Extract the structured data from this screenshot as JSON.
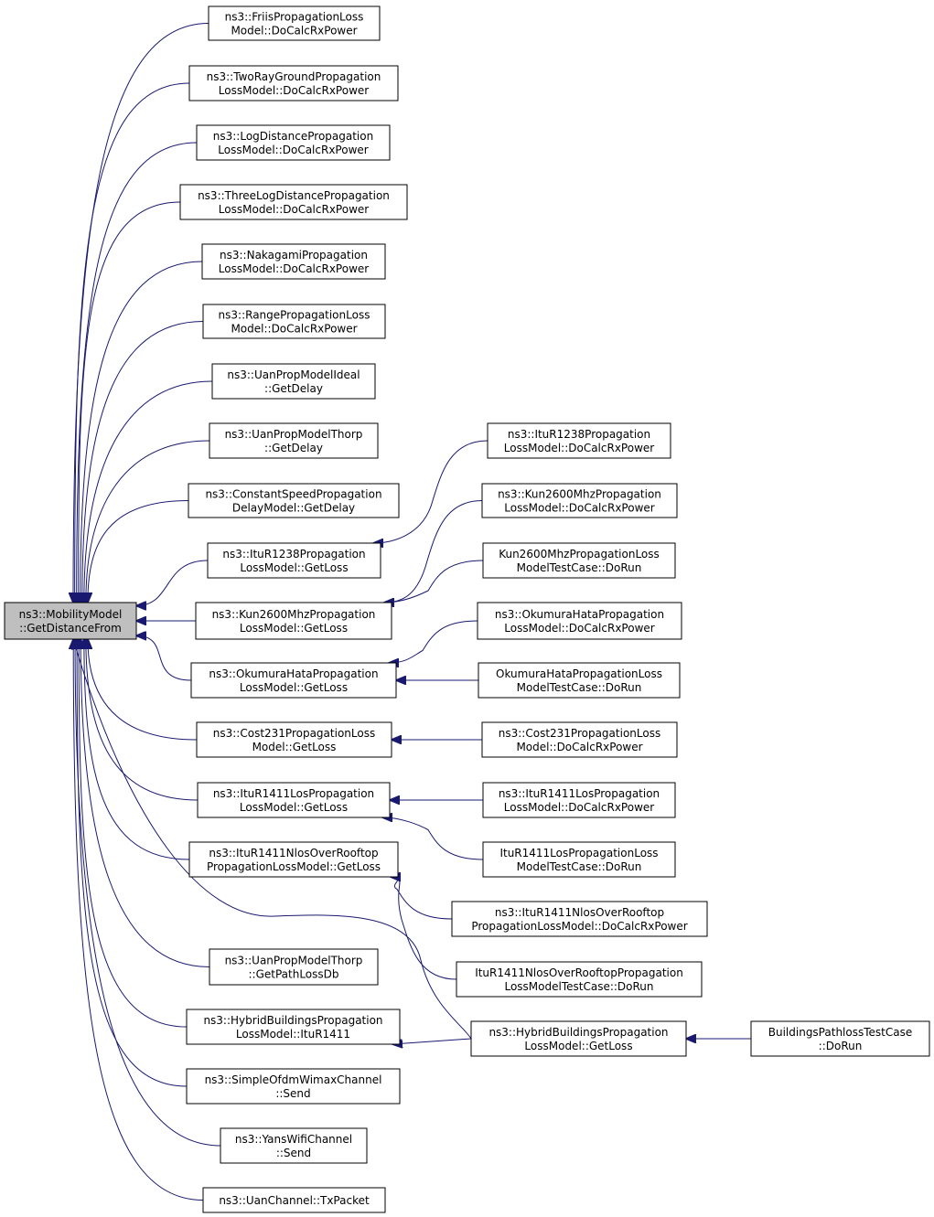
{
  "diagram": {
    "root": {
      "id": "root",
      "lines": [
        "ns3::MobilityModel",
        "::GetDistanceFrom"
      ]
    },
    "nodes": [
      {
        "id": "friis",
        "lines": [
          "ns3::FriisPropagationLoss",
          "Model::DoCalcRxPower"
        ]
      },
      {
        "id": "tworay",
        "lines": [
          "ns3::TwoRayGroundPropagation",
          "LossModel::DoCalcRxPower"
        ]
      },
      {
        "id": "logdist",
        "lines": [
          "ns3::LogDistancePropagation",
          "LossModel::DoCalcRxPower"
        ]
      },
      {
        "id": "threelog",
        "lines": [
          "ns3::ThreeLogDistancePropagation",
          "LossModel::DoCalcRxPower"
        ]
      },
      {
        "id": "nakagami",
        "lines": [
          "ns3::NakagamiPropagation",
          "LossModel::DoCalcRxPower"
        ]
      },
      {
        "id": "range",
        "lines": [
          "ns3::RangePropagationLoss",
          "Model::DoCalcRxPower"
        ]
      },
      {
        "id": "uanideal",
        "lines": [
          "ns3::UanPropModelIdeal",
          "::GetDelay"
        ]
      },
      {
        "id": "uanthorp",
        "lines": [
          "ns3::UanPropModelThorp",
          "::GetDelay"
        ]
      },
      {
        "id": "constspeed",
        "lines": [
          "ns3::ConstantSpeedPropagation",
          "DelayModel::GetDelay"
        ]
      },
      {
        "id": "itur1238",
        "lines": [
          "ns3::ItuR1238Propagation",
          "LossModel::GetLoss"
        ]
      },
      {
        "id": "kun2600",
        "lines": [
          "ns3::Kun2600MhzPropagation",
          "LossModel::GetLoss"
        ]
      },
      {
        "id": "okumura",
        "lines": [
          "ns3::OkumuraHataPropagation",
          "LossModel::GetLoss"
        ]
      },
      {
        "id": "cost231",
        "lines": [
          "ns3::Cost231PropagationLoss",
          "Model::GetLoss"
        ]
      },
      {
        "id": "itur1411los",
        "lines": [
          "ns3::ItuR1411LosPropagation",
          "LossModel::GetLoss"
        ]
      },
      {
        "id": "itur1411nlos",
        "lines": [
          "ns3::ItuR1411NlosOverRooftop",
          "PropagationLossModel::GetLoss"
        ]
      },
      {
        "id": "uanthorppl",
        "lines": [
          "ns3::UanPropModelThorp",
          "::GetPathLossDb"
        ]
      },
      {
        "id": "hybriditu",
        "lines": [
          "ns3::HybridBuildingsPropagation",
          "LossModel::ItuR1411"
        ]
      },
      {
        "id": "simpleofdm",
        "lines": [
          "ns3::SimpleOfdmWimaxChannel",
          "::Send"
        ]
      },
      {
        "id": "yanswifi",
        "lines": [
          "ns3::YansWifiChannel",
          "::Send"
        ]
      },
      {
        "id": "uanchannel",
        "lines": [
          "ns3::UanChannel::TxPacket"
        ]
      },
      {
        "id": "itur1238dcr",
        "lines": [
          "ns3::ItuR1238Propagation",
          "LossModel::DoCalcRxPower"
        ]
      },
      {
        "id": "kun2600dcr",
        "lines": [
          "ns3::Kun2600MhzPropagation",
          "LossModel::DoCalcRxPower"
        ]
      },
      {
        "id": "kun2600test",
        "lines": [
          "Kun2600MhzPropagationLoss",
          "ModelTestCase::DoRun"
        ]
      },
      {
        "id": "okumuradcr",
        "lines": [
          "ns3::OkumuraHataPropagation",
          "LossModel::DoCalcRxPower"
        ]
      },
      {
        "id": "okumuratest",
        "lines": [
          "OkumuraHataPropagationLoss",
          "ModelTestCase::DoRun"
        ]
      },
      {
        "id": "cost231dcr",
        "lines": [
          "ns3::Cost231PropagationLoss",
          "Model::DoCalcRxPower"
        ]
      },
      {
        "id": "itur1411losdcr",
        "lines": [
          "ns3::ItuR1411LosPropagation",
          "LossModel::DoCalcRxPower"
        ]
      },
      {
        "id": "itur1411lostest",
        "lines": [
          "ItuR1411LosPropagationLoss",
          "ModelTestCase::DoRun"
        ]
      },
      {
        "id": "itur1411nlosdcr",
        "lines": [
          "ns3::ItuR1411NlosOverRooftop",
          "PropagationLossModel::DoCalcRxPower"
        ]
      },
      {
        "id": "itur1411nlostest",
        "lines": [
          "ItuR1411NlosOverRooftopPropagation",
          "LossModelTestCase::DoRun"
        ]
      },
      {
        "id": "hybridgetloss",
        "lines": [
          "ns3::HybridBuildingsPropagation",
          "LossModel::GetLoss"
        ]
      },
      {
        "id": "buildingstest",
        "lines": [
          "BuildingsPathlossTestCase",
          "::DoRun"
        ]
      }
    ],
    "edges": [
      {
        "from": "friis",
        "to": "root"
      },
      {
        "from": "tworay",
        "to": "root"
      },
      {
        "from": "logdist",
        "to": "root"
      },
      {
        "from": "threelog",
        "to": "root"
      },
      {
        "from": "nakagami",
        "to": "root"
      },
      {
        "from": "range",
        "to": "root"
      },
      {
        "from": "uanideal",
        "to": "root"
      },
      {
        "from": "uanthorp",
        "to": "root"
      },
      {
        "from": "constspeed",
        "to": "root"
      },
      {
        "from": "itur1238",
        "to": "root"
      },
      {
        "from": "kun2600",
        "to": "root"
      },
      {
        "from": "okumura",
        "to": "root"
      },
      {
        "from": "cost231",
        "to": "root"
      },
      {
        "from": "itur1411los",
        "to": "root"
      },
      {
        "from": "itur1411nlos",
        "to": "root"
      },
      {
        "from": "uanthorppl",
        "to": "root"
      },
      {
        "from": "hybriditu",
        "to": "root"
      },
      {
        "from": "simpleofdm",
        "to": "root"
      },
      {
        "from": "yanswifi",
        "to": "root"
      },
      {
        "from": "uanchannel",
        "to": "root"
      },
      {
        "from": "hybridgetloss",
        "to": "root"
      },
      {
        "from": "itur1238dcr",
        "to": "itur1238"
      },
      {
        "from": "kun2600dcr",
        "to": "kun2600"
      },
      {
        "from": "kun2600test",
        "to": "kun2600"
      },
      {
        "from": "okumuradcr",
        "to": "okumura"
      },
      {
        "from": "okumuratest",
        "to": "okumura"
      },
      {
        "from": "cost231dcr",
        "to": "cost231"
      },
      {
        "from": "itur1411losdcr",
        "to": "itur1411los"
      },
      {
        "from": "itur1411lostest",
        "to": "itur1411los"
      },
      {
        "from": "itur1411nlosdcr",
        "to": "itur1411nlos"
      },
      {
        "from": "itur1411nlostest",
        "to": "itur1411nlos"
      },
      {
        "from": "hybridgetloss",
        "to": "hybriditu"
      },
      {
        "from": "buildingstest",
        "to": "hybridgetloss"
      }
    ],
    "colors": {
      "edge": "#191970",
      "root_fill": "#bfbfbf",
      "node_fill": "#ffffff",
      "border": "#000000"
    }
  }
}
